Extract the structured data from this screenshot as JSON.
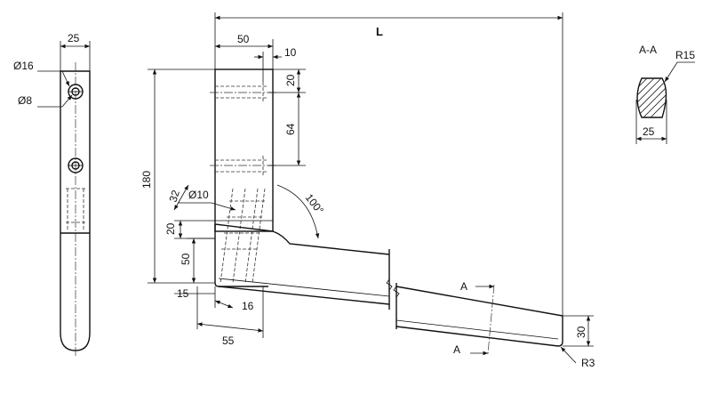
{
  "dimensions": {
    "length": "L",
    "side_width": "25",
    "d16": "Ø16",
    "d8": "Ø8",
    "arm_width": "50",
    "offset_10": "10",
    "hole_spacing_20": "20",
    "hole_spacing_64": "64",
    "height_180": "180",
    "d10": "Ø10",
    "dim_32": "32",
    "dim_20": "20",
    "dim_50": "50",
    "dim_15": "15",
    "dim_16": "16",
    "dim_55": "55",
    "angle": "100°",
    "tip_height": "30",
    "tip_radius": "R3"
  },
  "section": {
    "title": "A-A",
    "radius": "R15",
    "width": "25",
    "cut_label_top": "A",
    "cut_label_bottom": "A"
  }
}
